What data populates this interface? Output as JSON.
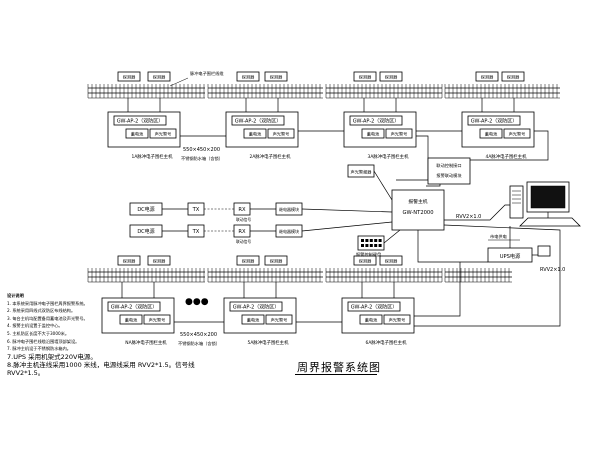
{
  "fence_labels": {
    "detector": "探测器",
    "pulse_line": "脉冲线",
    "fence_top": "脉冲电子围栏线缆"
  },
  "top_hosts": [
    {
      "model": "GW-AP-2（双防区）",
      "tag1": "蓄电池",
      "tag2": "声光警号",
      "caption": "1A脉冲电子围栏主机"
    },
    {
      "model": "GW-AP-2（双防区）",
      "tag1": "蓄电池",
      "tag2": "声光警号",
      "caption": "2A脉冲电子围栏主机"
    },
    {
      "model": "GW-AP-2（双防区）",
      "tag1": "蓄电池",
      "tag2": "声光警号",
      "caption": "3A脉冲电子围栏主机"
    },
    {
      "model": "GW-AP-2（双防区）",
      "tag1": "蓄电池",
      "tag2": "声光警号",
      "caption": "4A脉冲电子围栏主机"
    }
  ],
  "bottom_hosts": [
    {
      "model": "GW-AP-2（双防区）",
      "tag1": "蓄电池",
      "tag2": "声光警号",
      "caption": "NA脉冲电子围栏主机"
    },
    {
      "model": "GW-AP-2（双防区）",
      "tag1": "蓄电池",
      "tag2": "声光警号",
      "caption": "5A脉冲电子围栏主机"
    },
    {
      "model": "GW-AP-2（双防区）",
      "tag1": "蓄电池",
      "tag2": "声光警号",
      "caption": "6A脉冲电子围栏主机"
    }
  ],
  "cable_top": {
    "line1": "550×450×200",
    "line2": "不锈钢防水箱（含锁）"
  },
  "cable_bottom": {
    "line1": "550×450×200",
    "line2": "不锈钢防水箱（含锁）"
  },
  "alarm_host": {
    "name": "报警主机",
    "model": "GW-NT2000"
  },
  "sound_light": "声光警报器",
  "network_module": {
    "line1": "联动控制接口",
    "line2": "报警联动模块"
  },
  "keyboard": "报警控制键盘",
  "ups": "UPS电源",
  "power_label": "市电供电",
  "rvv_1": "RVV2×1.0",
  "rvv_2": "RVV2×1.0",
  "dc_boxes": [
    "DC电源",
    "DC电源"
  ],
  "tx_labels": [
    "TX",
    "TX"
  ],
  "rx_labels": [
    "RX",
    "RX"
  ],
  "relay_boxes": [
    "继电器模块",
    "继电器模块"
  ],
  "link_labels": [
    "联动信号",
    "联动信号"
  ],
  "ellipsis": "●●●",
  "notes": {
    "heading": "设计说明",
    "items": [
      "1. 本系统采用脉冲电子围栏周界报警系统。",
      "2. 系统采用四线式双防区布线结构。",
      "3. 每台主机均配置备用蓄电池及声光警号。",
      "4. 报警主机设置于监控中心。",
      "5. 主机防区长度不大于3000米。",
      "6. 脉冲电子围栏线缆沿围墙顶部架设。",
      "7. 脉冲主机设于不锈钢防水箱内。"
    ],
    "big": [
      "7.UPS 采用机架式220V电源。",
      "8.脉冲主机连线采用1000 米线，电源线采用 RVV2*1.5。信号线RVV2*1.5。"
    ]
  },
  "title": "周界报警系统图"
}
